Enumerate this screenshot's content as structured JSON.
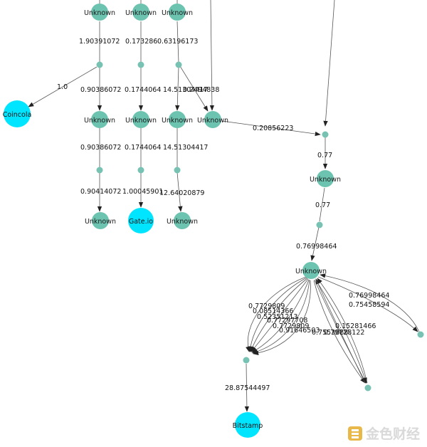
{
  "nodes": {
    "u1": "Unknown",
    "u2": "Unknown",
    "u3": "Unknown",
    "coincola": "Coincola",
    "u4": "Unknown",
    "u5": "Unknown",
    "u6": "Unknown",
    "u7": "Unknown",
    "u8": "Unknown",
    "gate": "Gate.io",
    "u9": "Unknown",
    "u10": "Unknown",
    "u11": "Unknown",
    "bitstamp": "Bitstamp"
  },
  "edges": {
    "e1": "1.90391072",
    "e2": "0.173286",
    "e3": "0.63196173",
    "e4": "1.0",
    "e5": "0.90386072",
    "e6": "0.1744064",
    "e7": "14.51304417",
    "e8": "0.2494838",
    "e9": "0.90386072",
    "e10": "0.1744064",
    "e11": "14.51304417",
    "e12": "0.20856223",
    "e13": "0.90414072",
    "e14": "1.00045901",
    "e15": "12.64020879",
    "e16": "0.77",
    "e17": "0.77",
    "e18": "0.76998464",
    "e19": "0.7729809",
    "e20": "0.08514366",
    "e21": "0.52351213",
    "e22": "0.77297708",
    "e23": "0.7729809",
    "e24": "0.91646503",
    "e25": "0.15281466",
    "e26": "0.79728122",
    "e27": "0.7553888",
    "e28": "0.76998464",
    "e29": "0.75458594",
    "e30": "28.87544497"
  },
  "watermark": {
    "text": "金色财经"
  }
}
